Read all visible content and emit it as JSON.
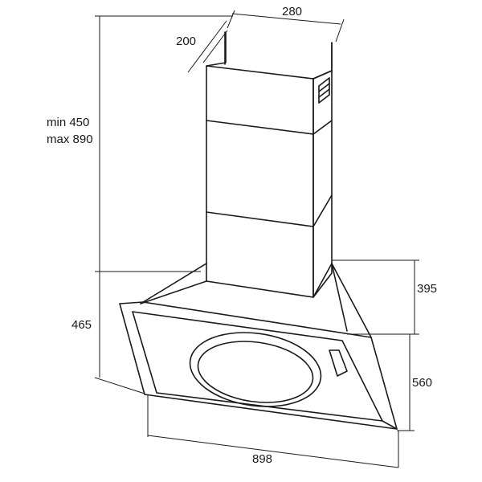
{
  "dimensions": {
    "chimney_width": "280",
    "chimney_depth": "200",
    "height_min": "min 450",
    "height_max": "max 890",
    "total_depth": "465",
    "upper_height": "395",
    "canopy_height": "560",
    "hood_width": "898"
  }
}
